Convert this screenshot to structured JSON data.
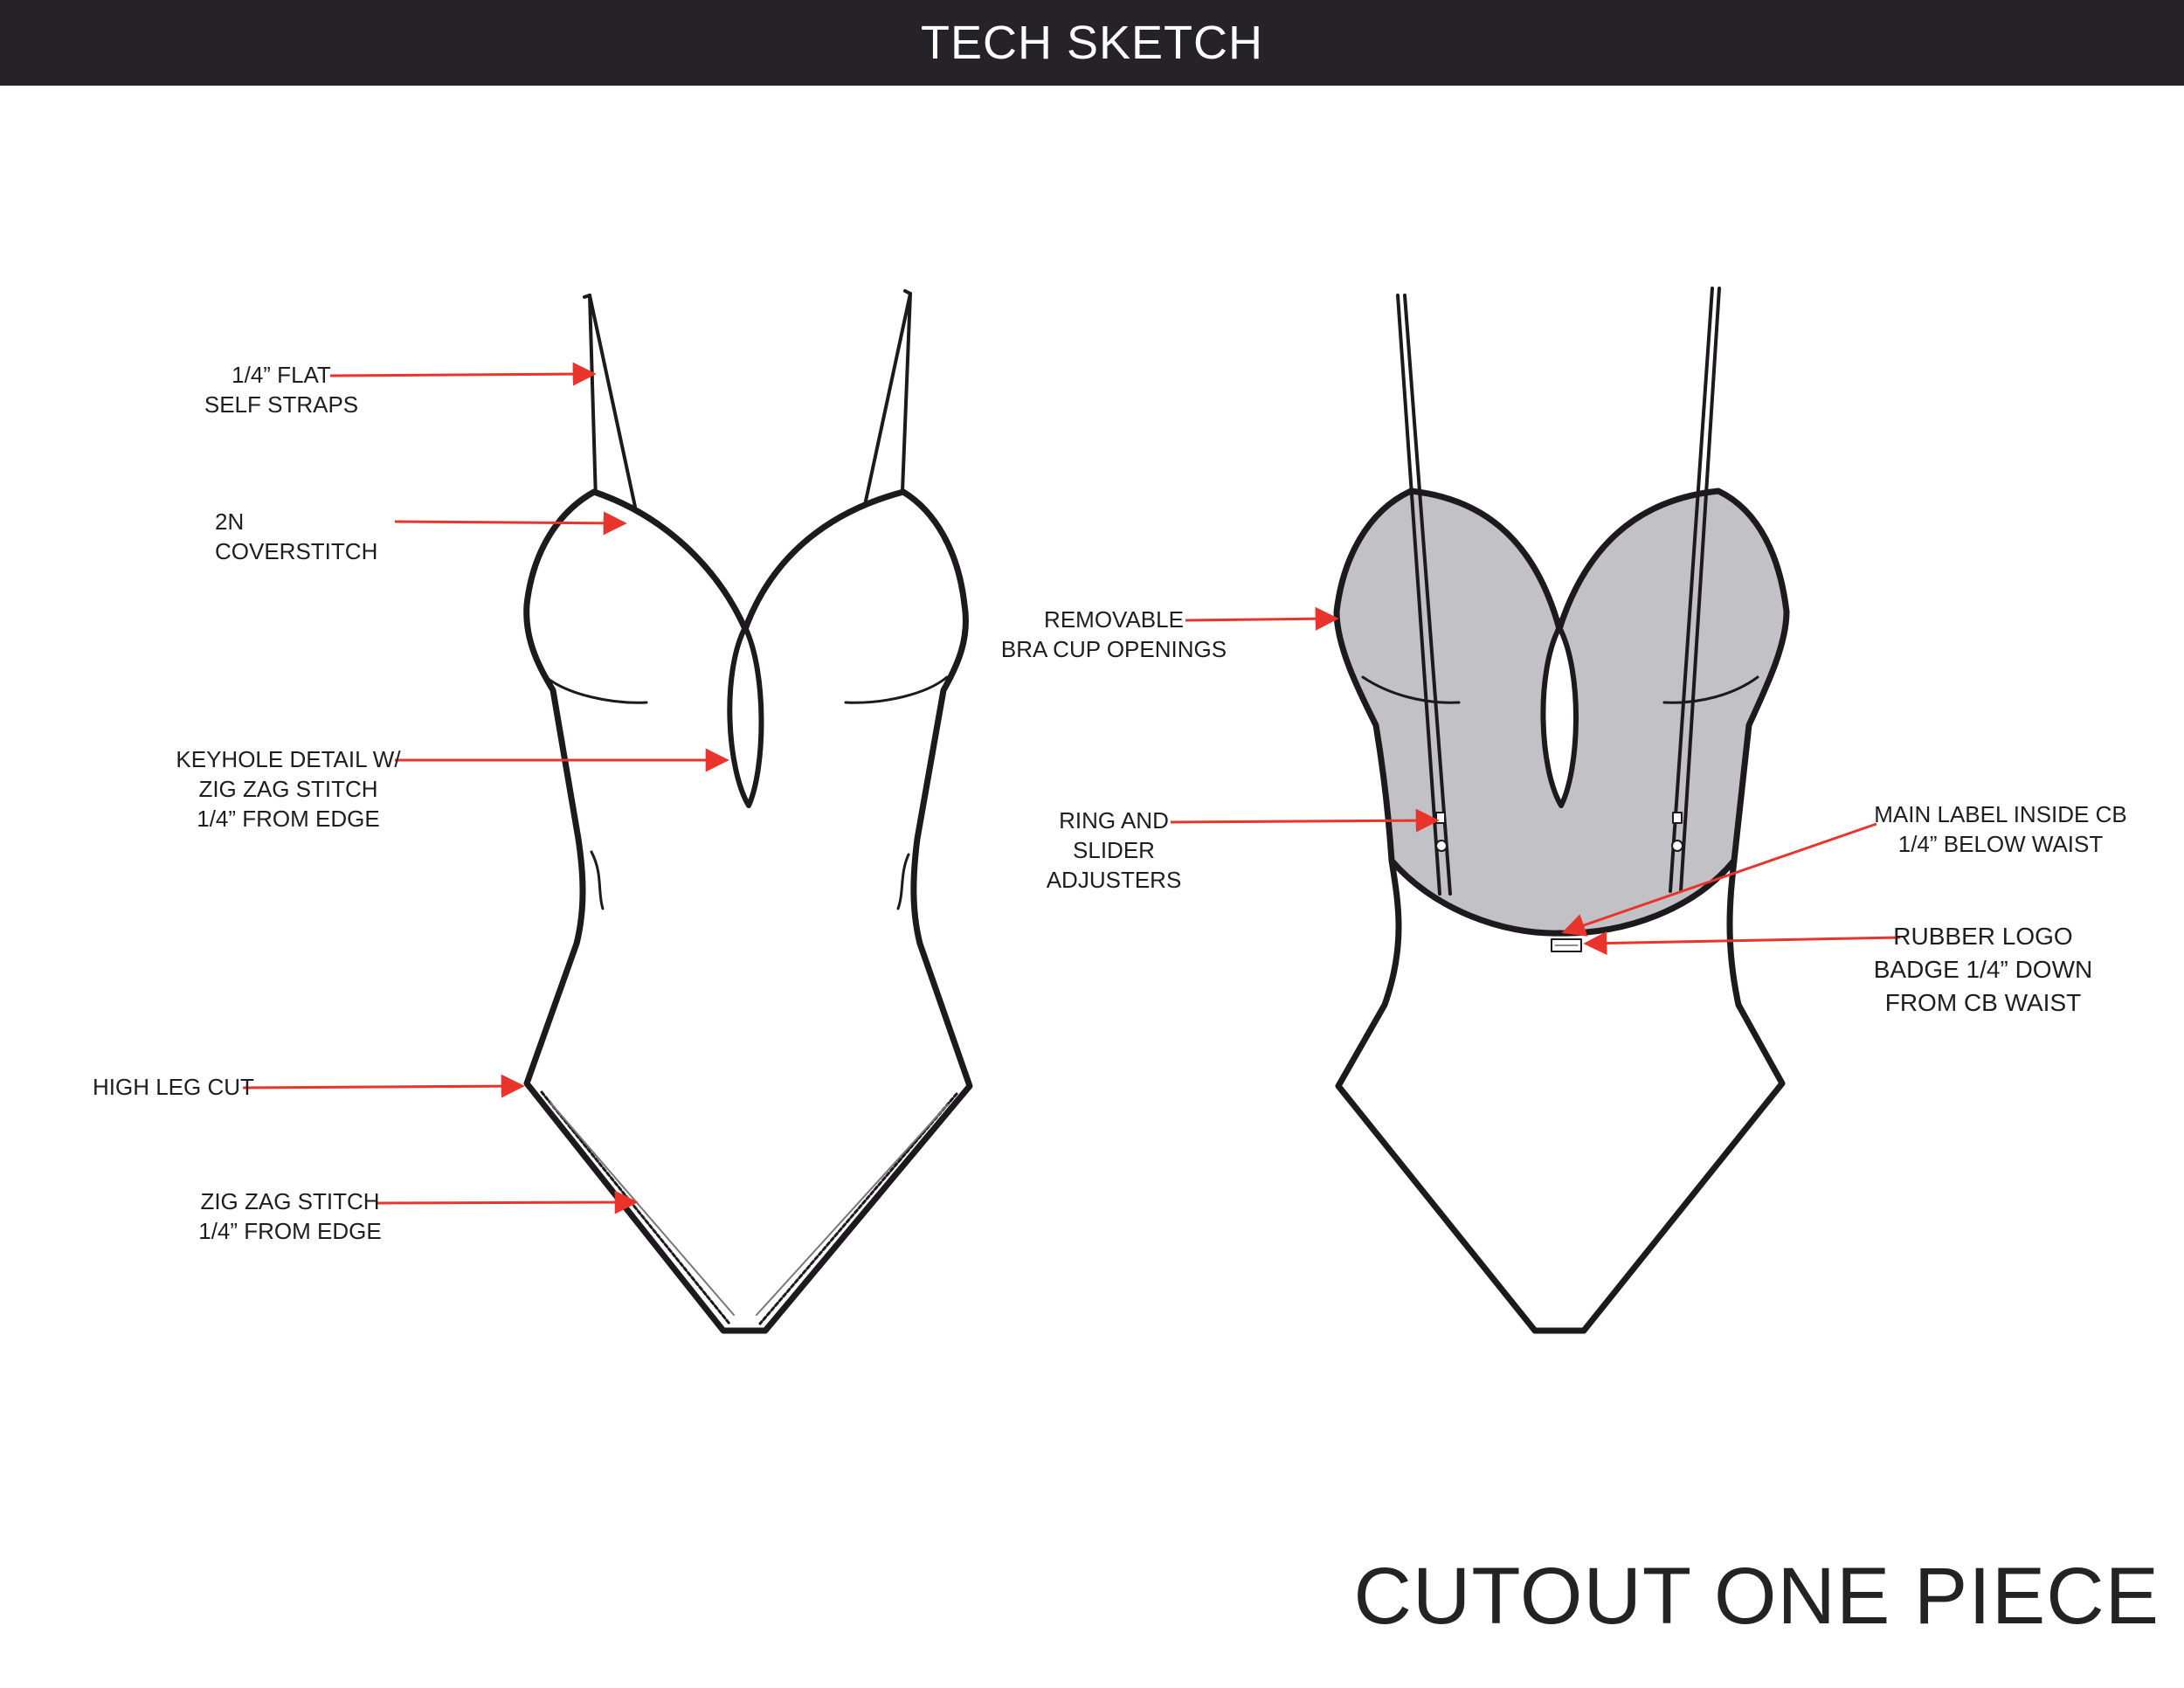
{
  "header": {
    "title": "TECH SKETCH"
  },
  "footer": {
    "style_name": "CUTOUT ONE PIECE"
  },
  "colors": {
    "header_bg": "#252328",
    "arrow": "#e8342b",
    "outline": "#1c1a1c",
    "back_fill": "#c2c1c6"
  },
  "front_callouts": [
    {
      "id": "straps",
      "text": "1/4” FLAT\nSELF STRAPS"
    },
    {
      "id": "coverstitch",
      "text": "2N COVERSTITCH"
    },
    {
      "id": "keyhole",
      "text": "KEYHOLE DETAIL W/\nZIG ZAG STITCH\n1/4” FROM EDGE"
    },
    {
      "id": "highleg",
      "text": "HIGH LEG CUT"
    },
    {
      "id": "zigzag",
      "text": "ZIG ZAG STITCH\n1/4” FROM EDGE"
    }
  ],
  "back_callouts": [
    {
      "id": "bracup",
      "text": "REMOVABLE\nBRA CUP OPENINGS"
    },
    {
      "id": "ring",
      "text": "RING AND\nSLIDER ADJUSTERS"
    },
    {
      "id": "mainlabel",
      "text": "MAIN LABEL INSIDE CB\n1/4” BELOW WAIST"
    },
    {
      "id": "logo",
      "text": "RUBBER LOGO\nBADGE 1/4” DOWN\nFROM CB WAIST"
    }
  ]
}
